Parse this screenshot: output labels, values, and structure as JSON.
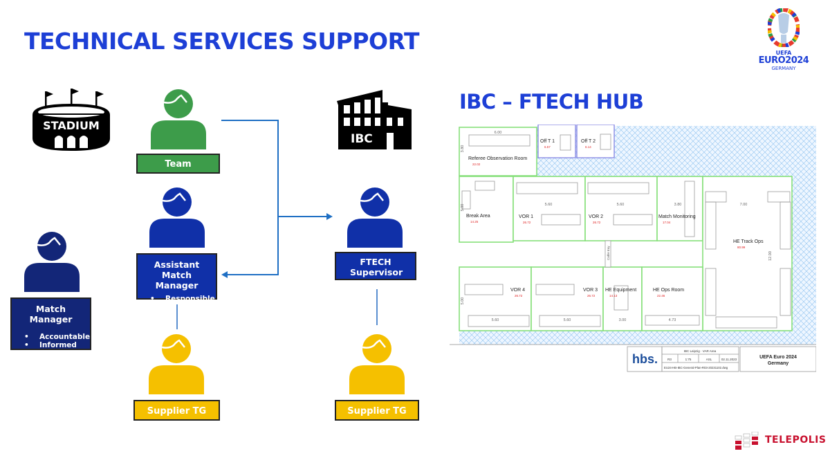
{
  "header": {
    "title": "TECHNICAL SERVICES SUPPORT"
  },
  "logo": {
    "line1": "UEFA",
    "line2": "EURO2024",
    "line3": "GERMANY"
  },
  "colors": {
    "title": "#1d3fd6",
    "team": "#3d9c4a",
    "assistant": "#1030a8",
    "manager": "#132678",
    "supplier": "#f5c000",
    "connector": "#1e6fc4"
  },
  "stadium": {
    "label": "STADIUM",
    "icon": "stadium-icon"
  },
  "ibc": {
    "label": "IBC",
    "icon": "building-icon"
  },
  "roles": {
    "team": {
      "label": "Team"
    },
    "assistant": {
      "label": "Assistant Match Manager",
      "bullets": [
        "Responsible"
      ]
    },
    "match_manager": {
      "label": "Match Manager",
      "bullets": [
        "Accountable",
        "Informed"
      ]
    },
    "supplier_left": {
      "label": "Supplier TG"
    },
    "ftech": {
      "label": "FTECH Supervisor"
    },
    "supplier_right": {
      "label": "Supplier TG"
    }
  },
  "hub": {
    "title": "IBC – FTECH HUB",
    "rooms": [
      {
        "name": "Referee Observation Room",
        "area": "22.02"
      },
      {
        "name": "Off T 1",
        "area": "6.57"
      },
      {
        "name": "Off T 2",
        "area": "6.14"
      },
      {
        "name": "Break Area",
        "area": "14.25"
      },
      {
        "name": "VOR 1",
        "area": "26.72"
      },
      {
        "name": "VOR 2",
        "area": "26.72"
      },
      {
        "name": "Match Monitoring",
        "area": "17.04"
      },
      {
        "name": "HE Track Ops",
        "area": "80.99"
      },
      {
        "name": "VOR 4",
        "area": "26.72"
      },
      {
        "name": "VOR 3",
        "area": "26.72"
      },
      {
        "name": "HE Equipment",
        "area": "14.13"
      },
      {
        "name": "HE Ops Room",
        "area": "22.46"
      }
    ],
    "dimensions": [
      "6.00",
      "3.80",
      "5.60",
      "5.60",
      "3.80",
      "7.00",
      "12.00",
      "5.60",
      "5.60",
      "3.00",
      "4.73",
      "5.00",
      "5.00"
    ],
    "cable_tray": "Cable tray",
    "title_block": {
      "company": "hbs.",
      "project": "IBC Leipzig · VAR Area",
      "revision": "R3",
      "scale": "1:75",
      "format": "ASL",
      "date": "02.11.2023",
      "file": "EU24-HB-IBC-General-Plan-R03-20231102.dwg",
      "event": "UEFA Euro 2024",
      "country": "Germany"
    }
  },
  "footer": {
    "brand": "TELEPOLIS",
    "brand_color": "#c8102e"
  }
}
